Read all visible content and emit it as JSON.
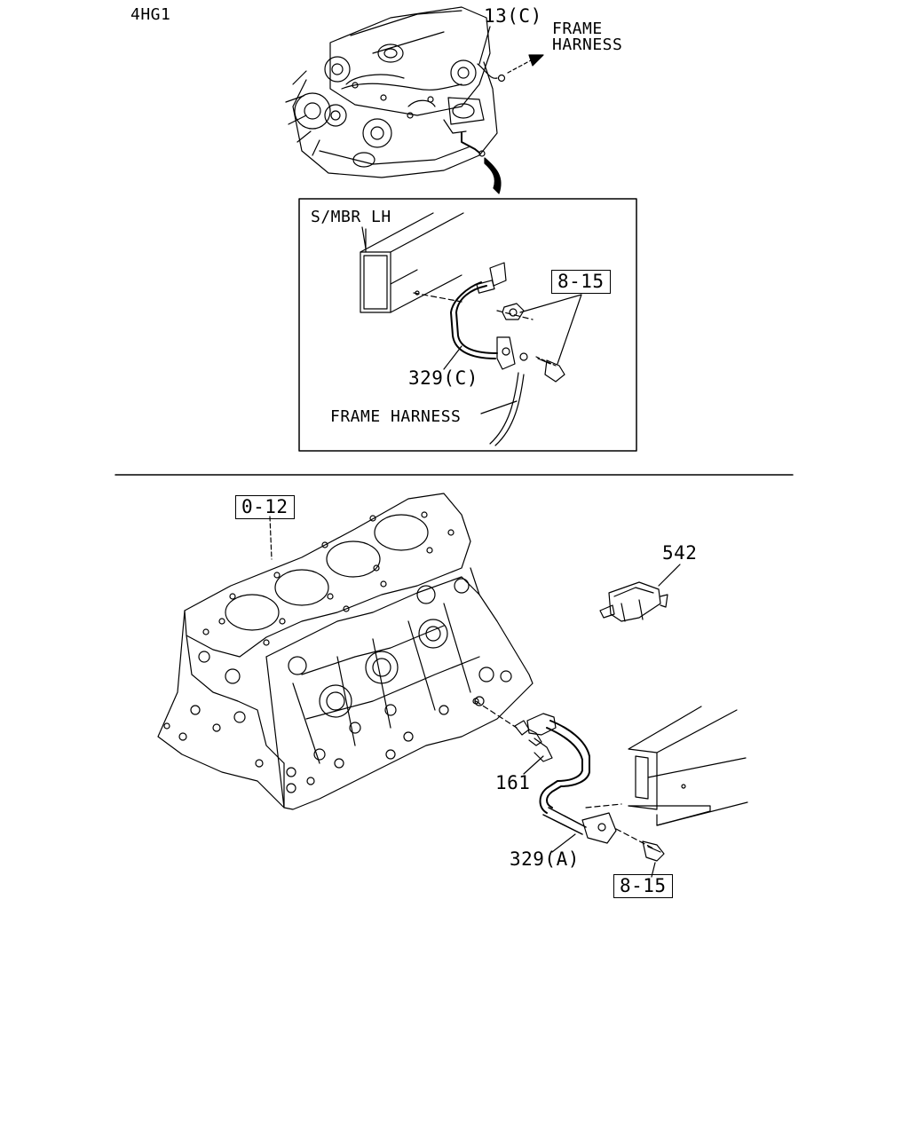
{
  "engine_model": "4HG1",
  "top_view": {
    "callout_13c": "13(C)",
    "frame_harness_top": [
      "FRAME",
      "HARNESS"
    ]
  },
  "detail_box": {
    "title": "S/MBR LH",
    "ref_8_15": "8-15",
    "part_329c": "329(C)",
    "frame_harness": "FRAME HARNESS"
  },
  "bottom_view": {
    "ref_0_12": "0-12",
    "part_542": "542",
    "part_161": "161",
    "part_329a": "329(A)",
    "ref_8_15": "8-15"
  }
}
